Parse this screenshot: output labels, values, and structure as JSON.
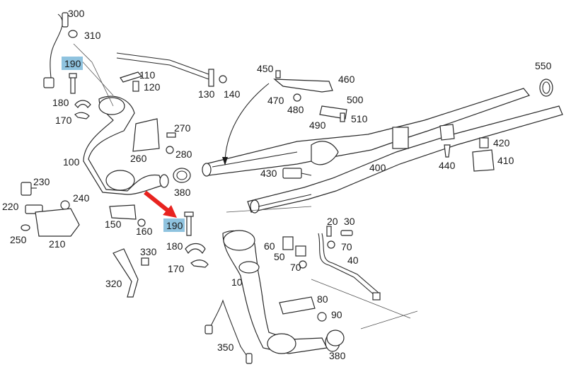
{
  "diagram": {
    "highlight_color": "#8fc3df",
    "arrow_color": "#e8231f",
    "callouts": {
      "c300": "300",
      "c310": "310",
      "c190a": "190",
      "c110": "110",
      "c120": "120",
      "c130": "130",
      "c140": "140",
      "c180a": "180",
      "c170a": "170",
      "c450": "450",
      "c460": "460",
      "c470": "470",
      "c480": "480",
      "c500": "500",
      "c490": "490",
      "c510": "510",
      "c550": "550",
      "c270": "270",
      "c280": "280",
      "c260": "260",
      "c100": "100",
      "c380a": "380",
      "c230": "230",
      "c240": "240",
      "c220": "220",
      "c250": "250",
      "c210": "210",
      "c150": "150",
      "c160": "160",
      "c190b": "190",
      "c180b": "180",
      "c170b": "170",
      "c330": "330",
      "c320": "320",
      "c430": "430",
      "c400": "400",
      "c420": "420",
      "c410": "410",
      "c440": "440",
      "c20": "20",
      "c30": "30",
      "c60": "60",
      "c50": "50",
      "c70a": "70",
      "c70b": "70",
      "c40": "40",
      "c10": "10",
      "c80": "80",
      "c90": "90",
      "c350": "350",
      "c380b": "380"
    }
  }
}
